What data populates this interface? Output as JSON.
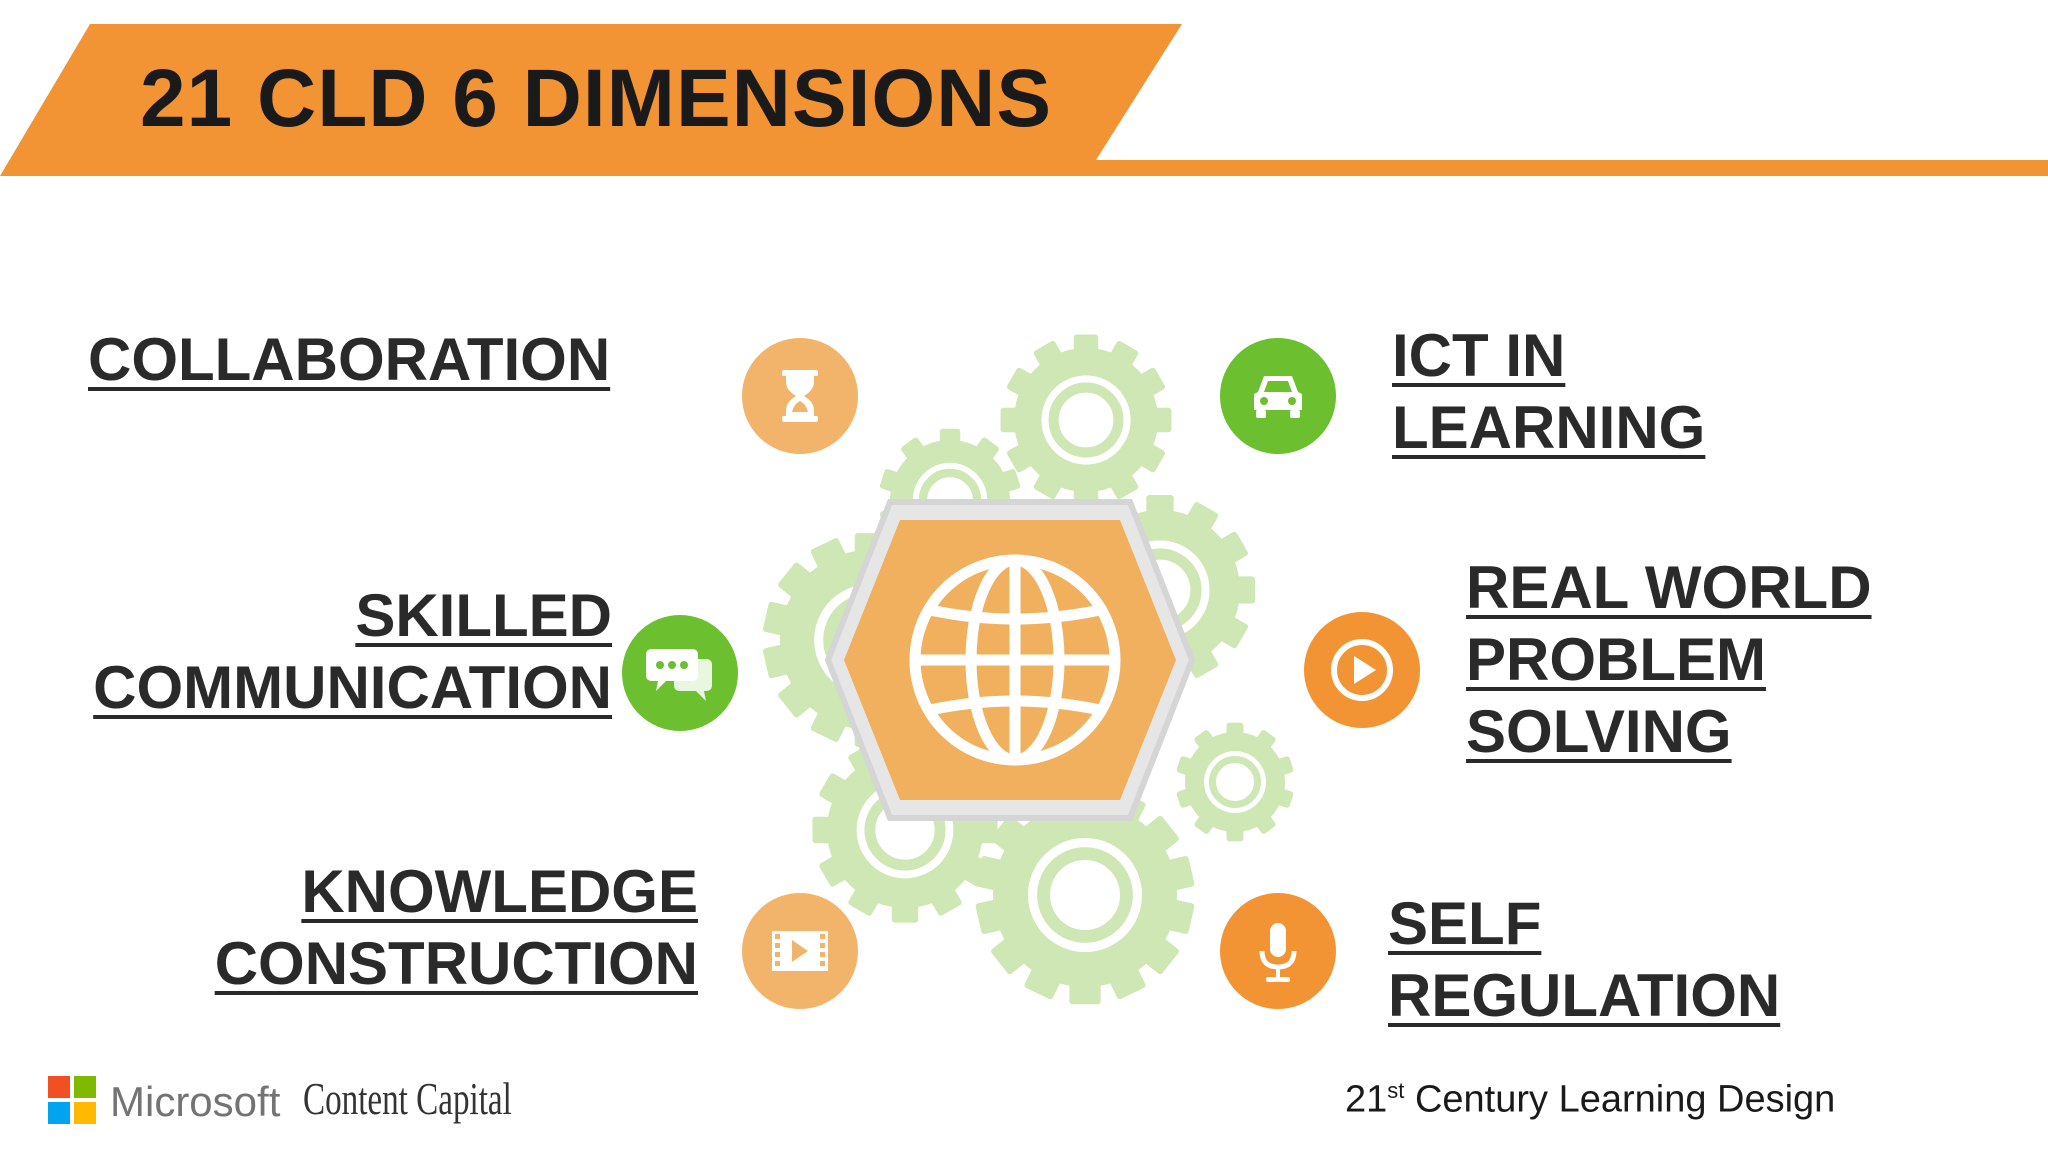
{
  "title": "21 CLD 6 DIMENSIONS",
  "colors": {
    "orange": "#F29433",
    "light_orange": "#F2B46A",
    "green": "#6CBF2E",
    "gear_green": "#CFE6B5",
    "hexagon": "#F0B05E"
  },
  "dimensions": [
    {
      "lines": [
        "COLLABORATION"
      ],
      "icon": "hourglass-icon",
      "icon_color": "light_orange"
    },
    {
      "lines": [
        "ICT IN",
        "LEARNING"
      ],
      "icon": "car-icon",
      "icon_color": "green"
    },
    {
      "lines": [
        "SKILLED",
        "COMMUNICATION"
      ],
      "icon": "chat-icon",
      "icon_color": "green"
    },
    {
      "lines": [
        "REAL WORLD",
        "PROBLEM",
        "SOLVING"
      ],
      "icon": "play-icon",
      "icon_color": "orange"
    },
    {
      "lines": [
        "KNOWLEDGE",
        "CONSTRUCTION"
      ],
      "icon": "film-icon",
      "icon_color": "light_orange"
    },
    {
      "lines": [
        "SELF",
        "REGULATION"
      ],
      "icon": "microphone-icon",
      "icon_color": "orange"
    }
  ],
  "center_icon": "globe-icon",
  "footer": {
    "microsoft": "Microsoft",
    "partner": "Content Capital",
    "tagline_prefix": "21",
    "tagline_sup": "st",
    "tagline_rest": " Century Learning Design"
  }
}
